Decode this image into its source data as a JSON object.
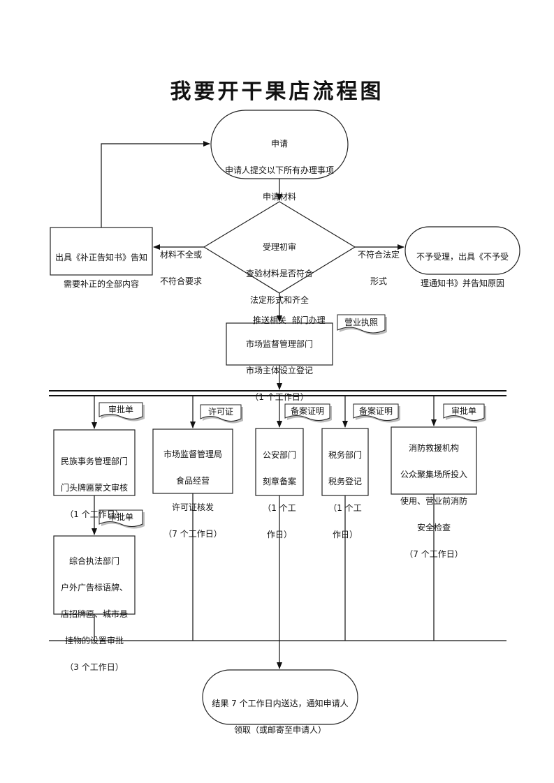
{
  "title": "我要开干果店流程图",
  "apply": {
    "lines": [
      "申请",
      "申请人提交以下所有办理事项",
      "申请材料"
    ]
  },
  "review": {
    "lines": [
      "受理初审",
      "查验材料是否符合",
      "法定形式和齐全"
    ]
  },
  "correction": {
    "lines": [
      "出具《补正告知书》告知",
      "需要补正的全部内容"
    ]
  },
  "reject": {
    "lines": [
      "不予受理，出具《不予受",
      "理通知书》并告知原因"
    ]
  },
  "edge_labels": {
    "incomplete": [
      "材料不全或",
      "不符合要求"
    ],
    "not_legal": [
      "不符合法定",
      "形式"
    ],
    "forward": "推送相关  部门办理"
  },
  "market": {
    "lines": [
      "市场监督管理部门",
      "市场主体设立登记",
      "（1 个工作日）"
    ]
  },
  "license_doc": "营业执照",
  "branches": [
    {
      "id": "ethnic",
      "doc": "审批单",
      "lines": [
        "民族事务管理部门",
        "门头牌匾蒙文审核",
        "（1 个工作日）"
      ]
    },
    {
      "id": "food",
      "doc": "许可证",
      "lines": [
        "市场监督管理局",
        "食品经营",
        "许可证核发",
        "（7 个工作日）"
      ]
    },
    {
      "id": "police",
      "doc": "备案证明",
      "lines": [
        "公安部门",
        "刻章备案",
        "（1 个工",
        "作日）"
      ]
    },
    {
      "id": "tax",
      "doc": "备案证明",
      "lines": [
        "税务部门",
        "税务登记",
        "（1 个工",
        "作日）"
      ]
    },
    {
      "id": "fire",
      "doc": "审批单",
      "lines": [
        "消防救援机构",
        "公众聚集场所投入",
        "使用、营业前消防",
        "安全检查",
        "（7 个工作日）"
      ]
    }
  ],
  "enforcement": {
    "doc": "审批单",
    "lines": [
      "综合执法部门",
      "户外广告标语牌、",
      "店招牌匾、城市悬",
      "挂物的设置审批",
      "（3 个工作日）"
    ]
  },
  "result": {
    "lines": [
      "结果 7 个工作日内送达，通知申请人",
      "领取（或邮寄至申请人）"
    ]
  }
}
